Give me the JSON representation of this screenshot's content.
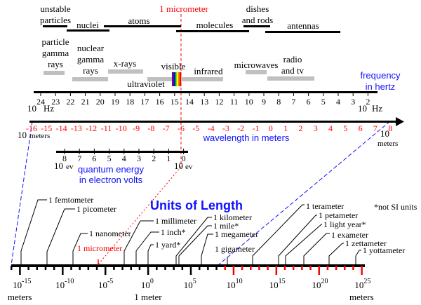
{
  "top_marker": "1 micrometer",
  "objects": {
    "unstable_particles": [
      "unstable",
      "particles"
    ],
    "nuclei": "nuclei",
    "atoms": "atoms",
    "molecules": "molecules",
    "dishes_and_rods": [
      "dishes",
      "and rods"
    ],
    "antennas": "antennas"
  },
  "radiation": {
    "particle_gamma": [
      "particle",
      "gamma",
      "rays"
    ],
    "nuclear_gamma": [
      "nuclear",
      "gamma",
      "rays"
    ],
    "xrays": "x-rays",
    "ultraviolet": "ultraviolet",
    "visible": "visible",
    "infrared": "infrared",
    "microwaves": "microwaves",
    "radio_tv": [
      "radio",
      "and tv"
    ]
  },
  "visible_colors": [
    "#7f007f",
    "#0000ff",
    "#00c000",
    "#ffff00",
    "#ff8000",
    "#ff0000"
  ],
  "frequency_axis": {
    "title": [
      "frequency",
      "in hertz"
    ],
    "exponents": [
      "24",
      "23",
      "22",
      "21",
      "20",
      "19",
      "18",
      "17",
      "16",
      "15",
      "14",
      "13",
      "12",
      "11",
      "10",
      "9",
      "8",
      "7",
      "6",
      "5",
      "4",
      "3",
      "2"
    ],
    "base": "10",
    "unit": "Hz"
  },
  "wavelength_axis": {
    "title": "wavelength in meters",
    "exponents": [
      "-16",
      "-15",
      "-14",
      "-13",
      "-12",
      "-11",
      "-10",
      "-9",
      "-8",
      "-7",
      "-6",
      "-5",
      "-4",
      "-3",
      "-2",
      "-1",
      "0",
      "1",
      "2",
      "3",
      "4",
      "5",
      "6",
      "7",
      "8"
    ],
    "base": "10",
    "unit": "meters"
  },
  "energy_axis": {
    "title": [
      "quantum energy",
      "in electron volts"
    ],
    "exponents": [
      "8",
      "7",
      "6",
      "5",
      "4",
      "3",
      "2",
      "1",
      "0"
    ],
    "base": "10",
    "unit": "ev"
  },
  "length_scale": {
    "title": "Units of Length",
    "note": "*not SI units",
    "units": [
      "1 femtometer",
      "1 picometer",
      "1 nanometer",
      "1 micrometer",
      "1 millimeter",
      "1 inch*",
      "1 yard*",
      "1 kilometer",
      "1 mile*",
      "1 megameter",
      "1 gigameter",
      "1 terameter",
      "1 petameter",
      "1 light year*",
      "1 exameter",
      "1 zettameter",
      "1 yottameter"
    ],
    "axis_labels": [
      {
        "base": "10",
        "exp": "-15",
        "sub": "meters"
      },
      {
        "base": "10",
        "exp": "-10",
        "sub": ""
      },
      {
        "base": "10",
        "exp": "-5",
        "sub": ""
      },
      {
        "base": "10",
        "exp": "0",
        "sub": "1 meter"
      },
      {
        "base": "10",
        "exp": "5",
        "sub": ""
      },
      {
        "base": "10",
        "exp": "10",
        "sub": ""
      },
      {
        "base": "10",
        "exp": "15",
        "sub": ""
      },
      {
        "base": "10",
        "exp": "20",
        "sub": ""
      },
      {
        "base": "10",
        "exp": "25",
        "sub": "meters"
      }
    ],
    "range_exponents": [
      -16,
      25
    ],
    "red_from_exponent": 9
  },
  "colors": {
    "red": "#ff0000",
    "blue": "#1010ff",
    "gray": "#c0c0c0",
    "black": "#000000"
  }
}
